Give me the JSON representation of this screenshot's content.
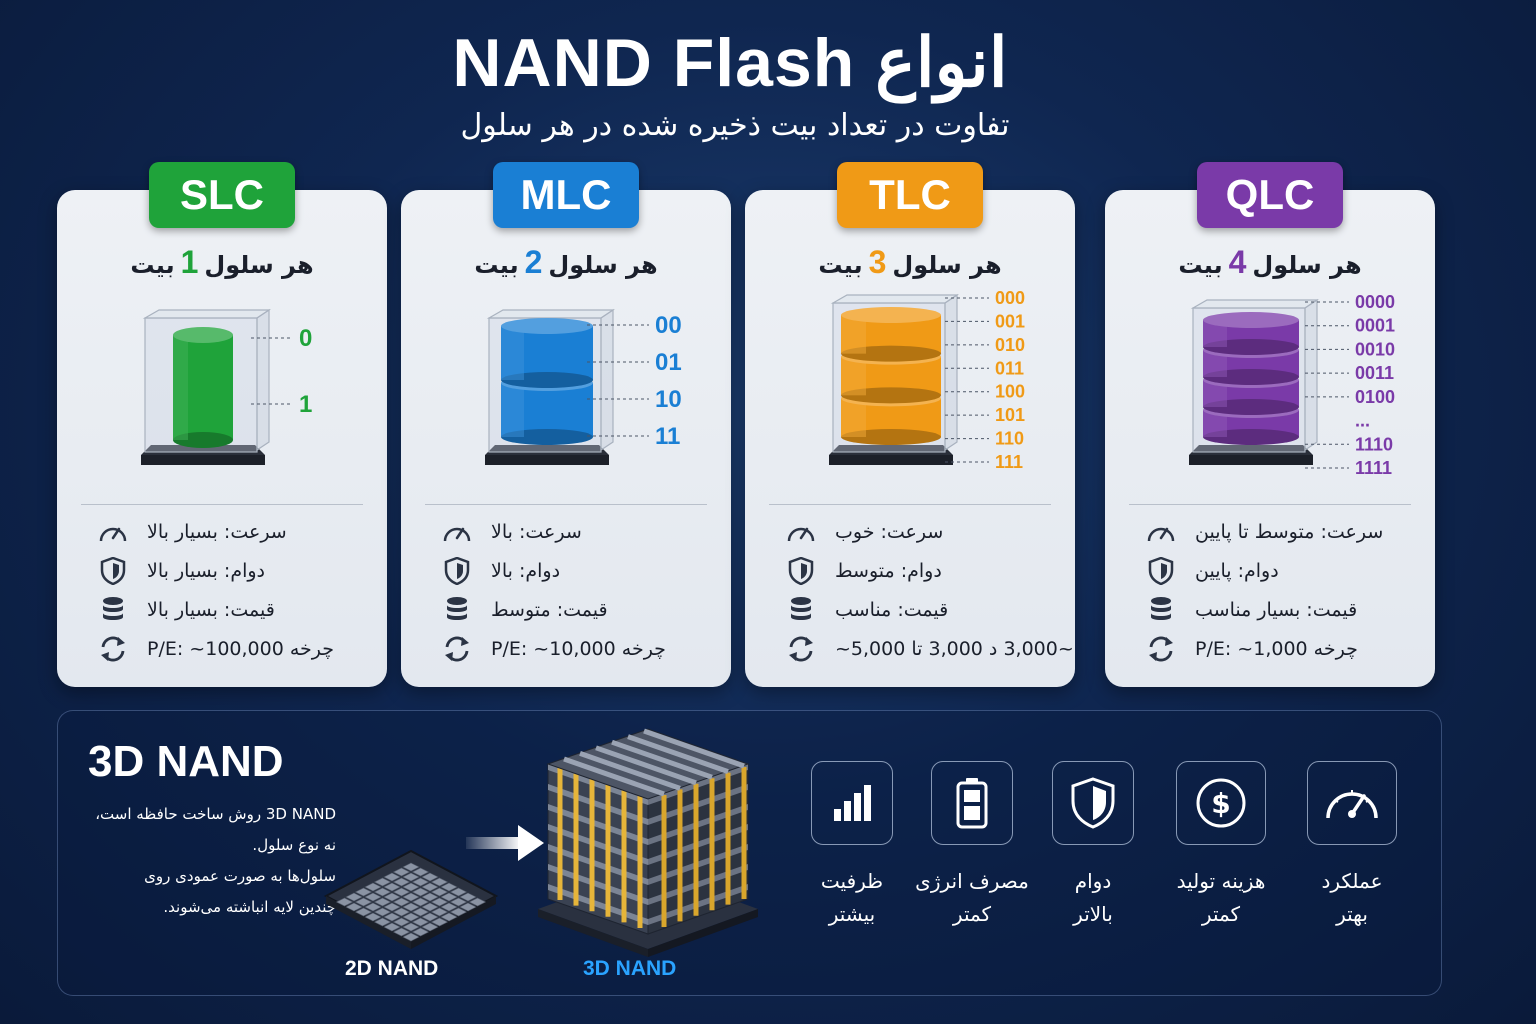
{
  "header": {
    "title": "NAND Flash انواع",
    "subtitle": "تفاوت در تعداد بیت ذخیره شده در هر سلول"
  },
  "colors": {
    "slc": "#1fa33a",
    "mlc": "#1a7fd4",
    "tlc": "#f09a16",
    "qlc": "#7a3aa8"
  },
  "cards": [
    {
      "badge": "SLC",
      "bits_pre": "هر سلول",
      "bits_num": "1",
      "bits_post": "بیت",
      "states": [
        "0",
        "1"
      ],
      "specs": [
        {
          "icon": "speedometer-icon",
          "text": "سرعت: بسیار بالا"
        },
        {
          "icon": "shield-icon",
          "text": "دوام: بسیار بالا"
        },
        {
          "icon": "database-icon",
          "text": "قیمت: بسیار بالا"
        },
        {
          "icon": "refresh-icon",
          "text": "چرخه P/E: ~100,000"
        }
      ]
    },
    {
      "badge": "MLC",
      "bits_pre": "هر سلول",
      "bits_num": "2",
      "bits_post": "بیت",
      "states": [
        "00",
        "01",
        "10",
        "11"
      ],
      "specs": [
        {
          "icon": "speedometer-icon",
          "text": "سرعت: بالا"
        },
        {
          "icon": "shield-icon",
          "text": "دوام: بالا"
        },
        {
          "icon": "database-icon",
          "text": "قیمت: متوسط"
        },
        {
          "icon": "refresh-icon",
          "text": "چرخه P/E: ~10,000"
        }
      ]
    },
    {
      "badge": "TLC",
      "bits_pre": "هر سلول",
      "bits_num": "3",
      "bits_post": "بیت",
      "states": [
        "000",
        "001",
        "010",
        "011",
        "100",
        "101",
        "110",
        "111"
      ],
      "specs": [
        {
          "icon": "speedometer-icon",
          "text": "سرعت: خوب"
        },
        {
          "icon": "shield-icon",
          "text": "دوام: متوسط"
        },
        {
          "icon": "database-icon",
          "text": "قیمت: مناسب"
        },
        {
          "icon": "refresh-icon",
          "text": "~3,000 د 3,000 تا 5,000~"
        }
      ]
    },
    {
      "badge": "QLC",
      "bits_pre": "هر سلول",
      "bits_num": "4",
      "bits_post": "بیت",
      "states": [
        "0000",
        "0001",
        "0010",
        "0011",
        "0100",
        "...",
        "1110",
        "1111"
      ],
      "specs": [
        {
          "icon": "speedometer-icon",
          "text": "سرعت: متوسط تا پایین"
        },
        {
          "icon": "shield-icon",
          "text": "دوام: پایین"
        },
        {
          "icon": "database-icon",
          "text": "قیمت: بسیار مناسب"
        },
        {
          "icon": "refresh-icon",
          "text": "چرخه P/E: ~1,000"
        }
      ]
    }
  ],
  "nand3d": {
    "title": "3D NAND",
    "desc": [
      "3D NAND روش ساخت حافظه است،",
      "نه نوع سلول.",
      "سلول‌ها به صورت عمودی روی",
      "چندین لایه انباشته می‌شوند."
    ],
    "label_2d": "2D NAND",
    "label_3d": "3D NAND",
    "label_3d_color": "#2aa3ff"
  },
  "features": [
    {
      "icon": "bar-chart-icon",
      "line1": "ظرفیت",
      "line2": "بیشتر"
    },
    {
      "icon": "battery-icon",
      "line1": "مصرف انرژی",
      "line2": "کمتر"
    },
    {
      "icon": "shield-icon",
      "line1": "دوام",
      "line2": "بالاتر"
    },
    {
      "icon": "dollar-icon",
      "line1": "هزینه تولید",
      "line2": "کمتر"
    },
    {
      "icon": "speedometer-icon",
      "line1": "عملکرد",
      "line2": "بهتر"
    }
  ]
}
